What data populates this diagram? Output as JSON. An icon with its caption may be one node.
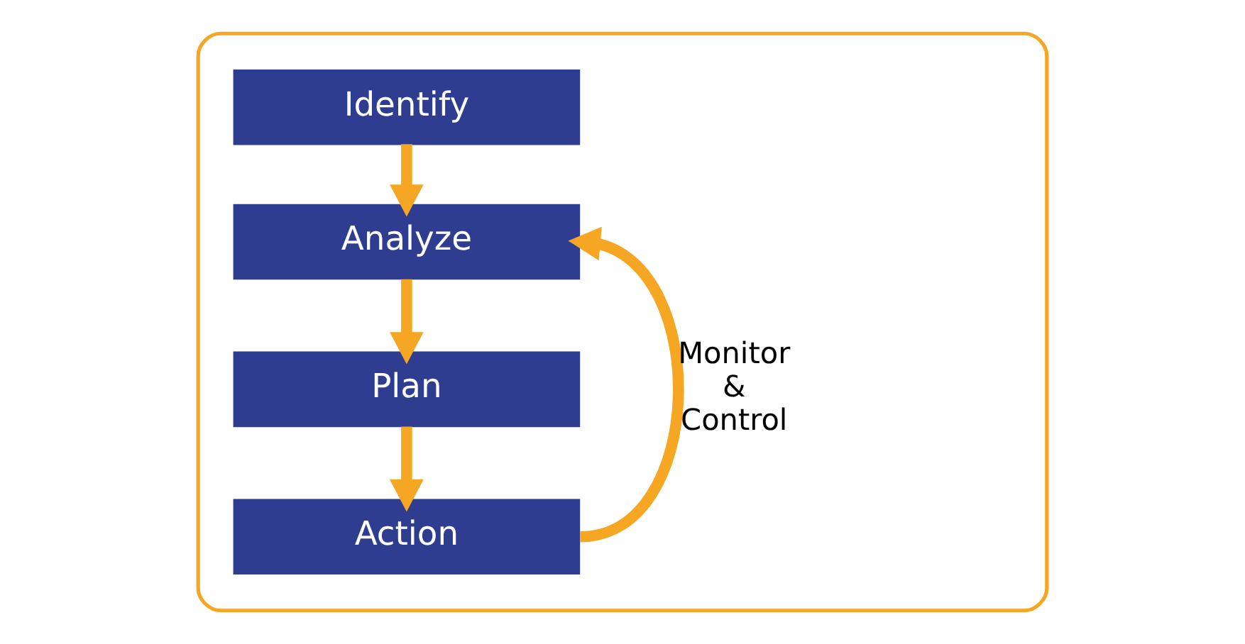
{
  "diagram": {
    "nodes": [
      {
        "text": [],
        "shape": "box"
      },
      {
        "text": [
          "Identify"
        ],
        "in": 0
      },
      {
        "text": [
          "Analyze"
        ],
        "in": 0
      },
      {
        "text": [
          "Plan"
        ],
        "in": 0
      },
      {
        "text": [
          "Action"
        ],
        "in": 0
      }
    ],
    "edges": [
      {
        "from": 1,
        "to": 2,
        "arrow": "to"
      },
      {
        "from": 2,
        "to": 3,
        "arrow": "to"
      },
      {
        "from": 3,
        "to": 4,
        "arrow": "to"
      },
      {
        "from": 4,
        "to": 2,
        "arrow": "to",
        "label": "Monitor & Control"
      }
    ]
  }
}
